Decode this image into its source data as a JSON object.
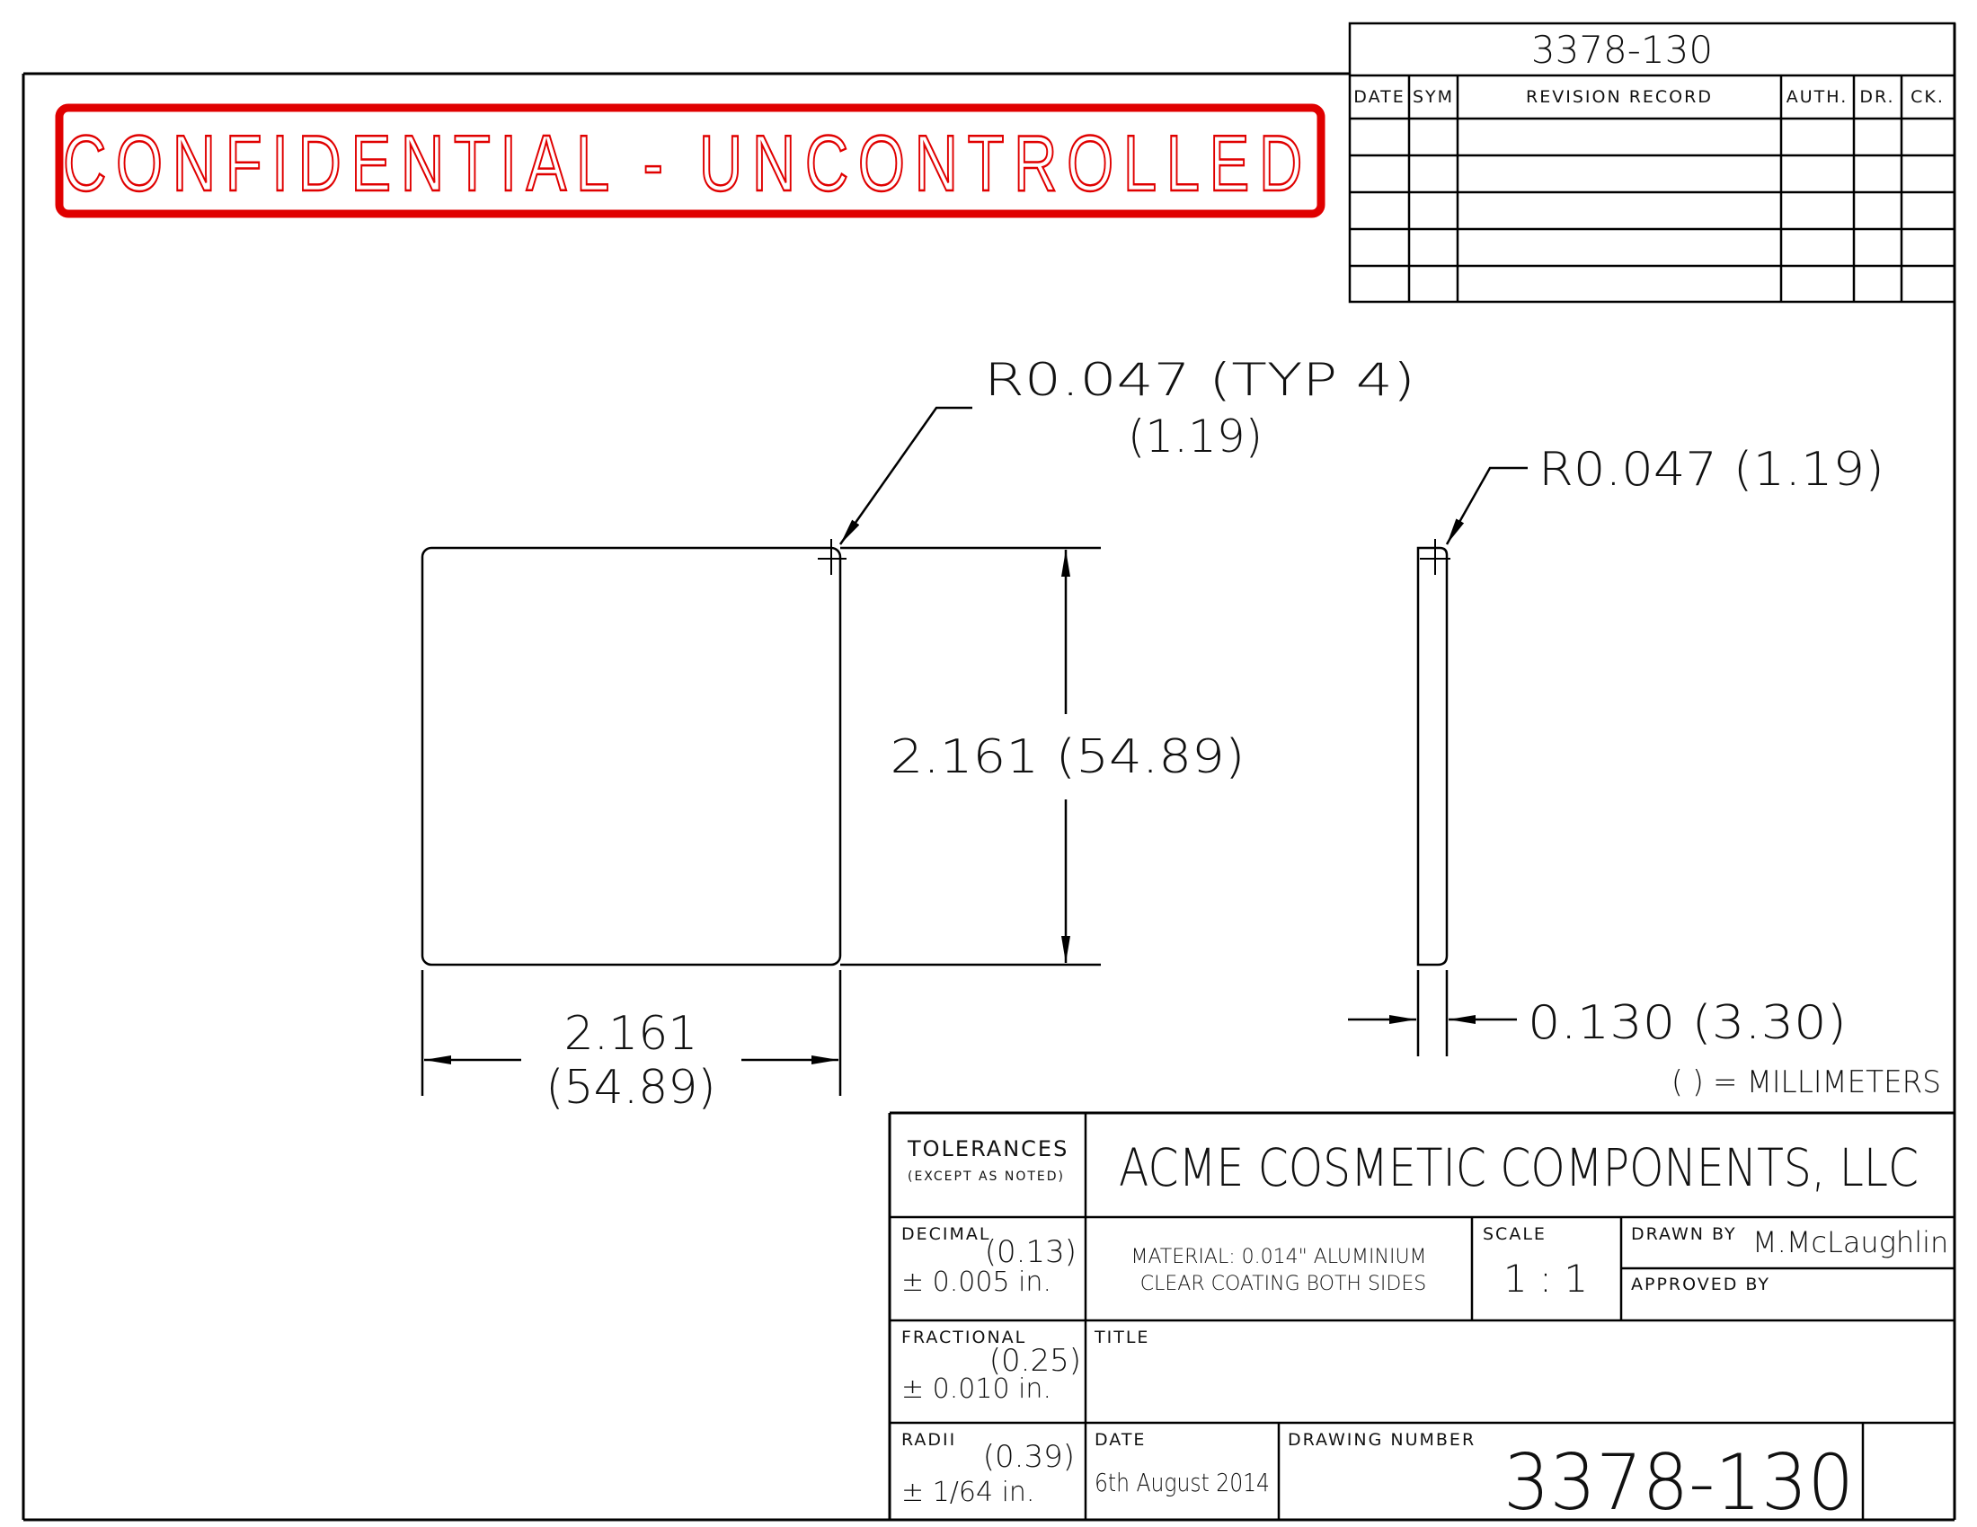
{
  "drawing_number": "3378-130",
  "stamp": {
    "text": "CONFIDENTIAL - UNCONTROLLED",
    "color": "#e00000"
  },
  "revision_table": {
    "headers": [
      "DATE",
      "SYM",
      "REVISION RECORD",
      "AUTH.",
      "DR.",
      "CK."
    ],
    "row_count": 5
  },
  "dimensions": {
    "corner_radius": {
      "value": "R0.047 (TYP 4)",
      "mm": "(1.19)"
    },
    "height": "2.161 (54.89)",
    "width": {
      "value": "2.161",
      "mm": "(54.89)"
    },
    "side_radius": "R0.047 (1.19)",
    "thickness": "0.130 (3.30)",
    "units_note": "( ) = MILLIMETERS"
  },
  "title_block": {
    "tolerances_label": "TOLERANCES",
    "tolerances_sub": "(EXCEPT AS NOTED)",
    "company": "ACME COSMETIC COMPONENTS, LLC",
    "decimal_label": "DECIMAL",
    "decimal_mm": "(0.13)",
    "decimal_tol": "± 0.005 in.",
    "fractional_label": "FRACTIONAL",
    "fractional_mm": "(0.25)",
    "fractional_tol": "± 0.010 in.",
    "radii_label": "RADII",
    "radii_mm": "(0.39)",
    "radii_tol": "± 1/64 in.",
    "material_line1": "MATERIAL: 0.014\" ALUMINIUM",
    "material_line2": "CLEAR COATING BOTH SIDES",
    "scale_label": "SCALE",
    "scale_value": "1 : 1",
    "drawn_by_label": "DRAWN BY",
    "drawn_by": "M.McLaughlin",
    "approved_by_label": "APPROVED BY",
    "title_label": "TITLE",
    "date_label": "DATE",
    "date_value": "6th August 2014",
    "drawing_number_label": "DRAWING NUMBER"
  }
}
